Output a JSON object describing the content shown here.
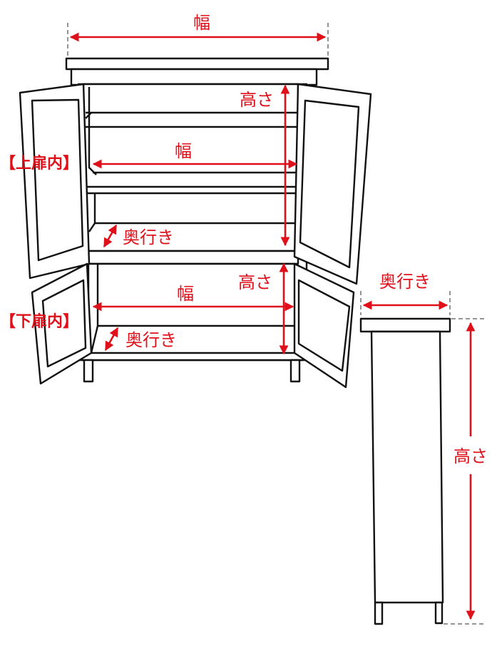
{
  "labels": {
    "overall_width": "幅",
    "upper_height": "高さ",
    "upper_width": "幅",
    "upper_depth": "奥行き",
    "upper_section": "【上扉内】",
    "lower_height": "高さ",
    "lower_width": "幅",
    "lower_depth": "奥行き",
    "lower_section": "【下扉内】",
    "side_depth": "奥行き",
    "side_height": "高さ"
  },
  "colors": {
    "dimension": "#e0101a",
    "outline": "#111111",
    "guide": "#888888"
  }
}
